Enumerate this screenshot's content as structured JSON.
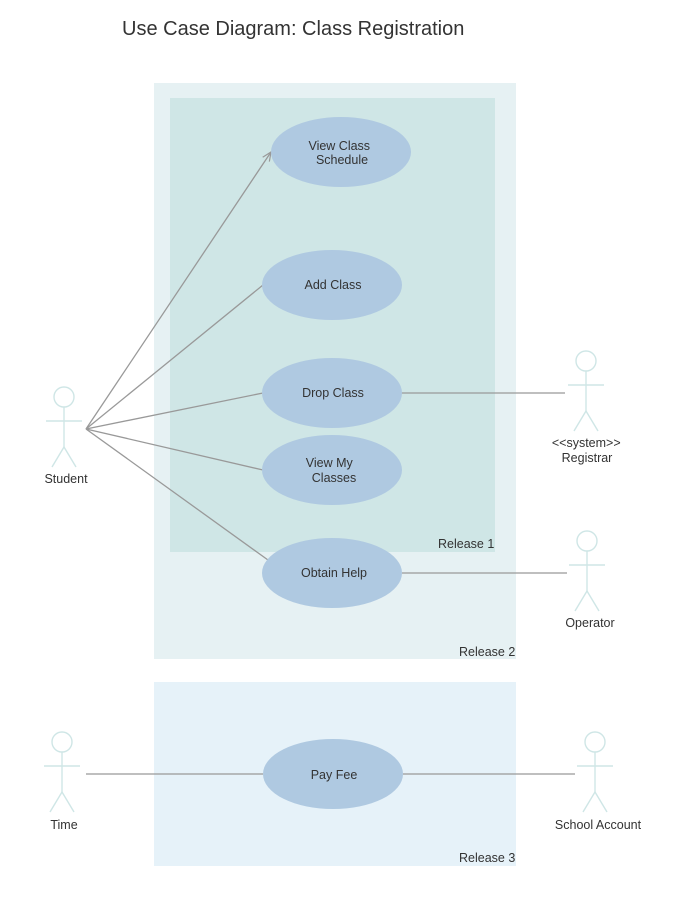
{
  "title": "Use Case Diagram: Class Registration",
  "colors": {
    "release2_box": "#e6f1f3",
    "release1_box": "#cfe6e6",
    "release3_box": "#e6f2f9",
    "use_case_fill": "#afc9e1",
    "actor_stroke": "#cfe6e6",
    "connector": "#999999"
  },
  "releases": {
    "r1": "Release 1",
    "r2": "Release 2",
    "r3": "Release 3"
  },
  "use_cases": {
    "view_schedule": [
      "View Class",
      "Schedule"
    ],
    "add_class": [
      "Add Class"
    ],
    "drop_class": [
      "Drop Class"
    ],
    "view_my_classes": [
      "View My",
      "Classes"
    ],
    "obtain_help": [
      "Obtain Help"
    ],
    "pay_fee": [
      "Pay Fee"
    ]
  },
  "actors": {
    "student": [
      "Student"
    ],
    "registrar": [
      "<<system>>",
      "Registrar"
    ],
    "operator": [
      "Operator"
    ],
    "time": [
      "Time"
    ],
    "school_account": [
      "School Account"
    ]
  }
}
